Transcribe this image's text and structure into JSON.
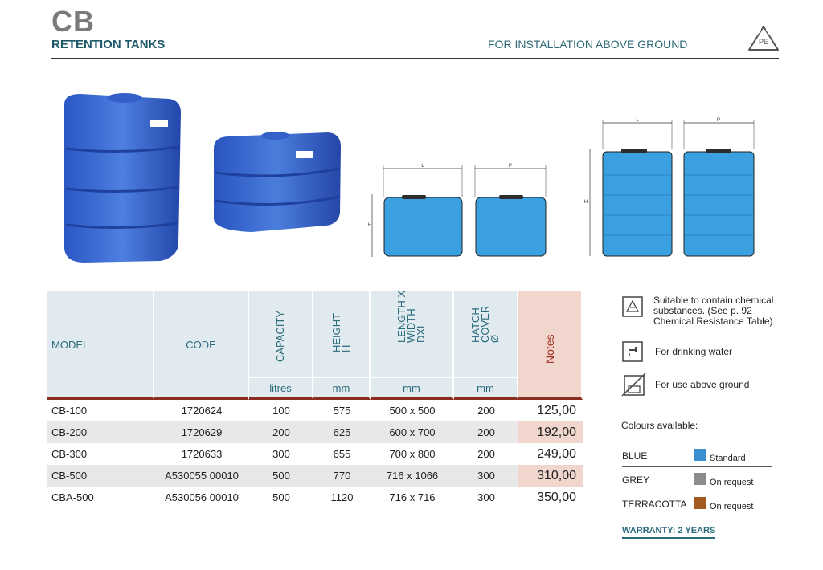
{
  "header": {
    "title": "CB",
    "subtitle": "RETENTION TANKS",
    "tagline": "FOR INSTALLATION ABOVE GROUND",
    "logo_text": "PE"
  },
  "drawings": {
    "small": {
      "length_label": "L",
      "width_label": "P",
      "height_label": "H"
    },
    "large": {
      "length_label": "L",
      "width_label": "P",
      "height_label": "H"
    }
  },
  "table": {
    "headers": {
      "model": "MODEL",
      "code": "CODE",
      "capacity": "CAPACITY",
      "height": "HEIGHT\nH",
      "dims": "LENGTH X\nWIDTH\nDXL",
      "hatch": "HATCH\nCOVER\nØ",
      "notes": "Notes"
    },
    "units": {
      "capacity": "litres",
      "height": "mm",
      "dims": "mm",
      "hatch": "mm"
    },
    "rows": [
      {
        "model": "CB-100",
        "code": "1720624",
        "capacity": "100",
        "height": "575",
        "dims": "500 x 500",
        "hatch": "200",
        "price": "125,00"
      },
      {
        "model": "CB-200",
        "code": "1720629",
        "capacity": "200",
        "height": "625",
        "dims": "600 x 700",
        "hatch": "200",
        "price": "192,00"
      },
      {
        "model": "CB-300",
        "code": "1720633",
        "capacity": "300",
        "height": "655",
        "dims": "700 x 800",
        "hatch": "200",
        "price": "249,00"
      },
      {
        "model": "CB-500",
        "code": "A530055 00010",
        "capacity": "500",
        "height": "770",
        "dims": "716 x 1066",
        "hatch": "300",
        "price": "310,00"
      },
      {
        "model": "CBA-500",
        "code": "A530056 00010",
        "capacity": "500",
        "height": "1120",
        "dims": "716 x 716",
        "hatch": "300",
        "price": "350,00"
      }
    ]
  },
  "features": [
    {
      "icon": "chemical-icon",
      "text": "Suitable to contain chemical\nsubstances. (See p. 92\nChemical Resistance Table)"
    },
    {
      "icon": "tap-icon",
      "text": "For drinking water"
    },
    {
      "icon": "above-ground-icon",
      "text": "For use above ground"
    }
  ],
  "colours": {
    "heading": "Colours available:",
    "items": [
      {
        "name": "BLUE",
        "label": "Standard",
        "color": "#3a8fd0"
      },
      {
        "name": "GREY",
        "label": "On request",
        "color": "#8c8c8c"
      },
      {
        "name": "TERRACOTTA",
        "label": "On request",
        "color": "#a35a1e"
      }
    ]
  },
  "warranty": "WARRANTY: 2 YEARS"
}
